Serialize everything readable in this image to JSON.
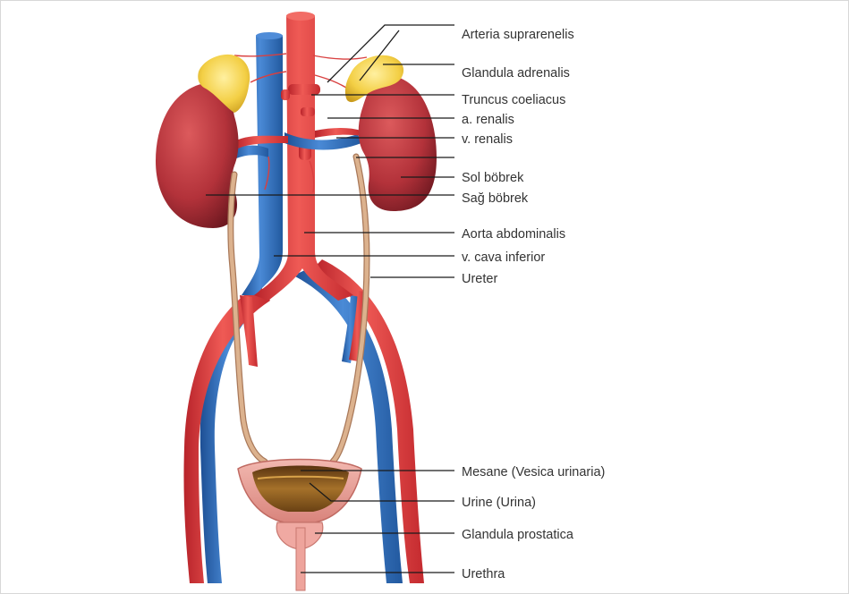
{
  "labels": {
    "arteria_suprarenalis": "Arteria suprarenelis",
    "glandula_adrenalis": "Glandula adrenalis",
    "truncus_coeliacus": "Truncus coeliacus",
    "a_renalis": "a. renalis",
    "v_renalis": "v. renalis",
    "sol_bobrek": "Sol böbrek",
    "sag_bobrek": "Sağ böbrek",
    "aorta_abdominalis": "Aorta abdominalis",
    "v_cava_inferior": "v. cava inferior",
    "ureter": "Ureter",
    "mesane": "Mesane (Vesica urinaria)",
    "urine": "Urine (Urina)",
    "glandula_prostatica": "Glandula prostatica",
    "urethra": "Urethra"
  },
  "colors": {
    "artery": "#e0403f",
    "vein": "#2f6fbf",
    "kidney": "#b8323a",
    "adrenal": "#f0c63a",
    "ureter": "#d4a57a",
    "bladder": "#e9a09a",
    "urine": "#8a5a20",
    "leader": "#1a1a1a"
  }
}
